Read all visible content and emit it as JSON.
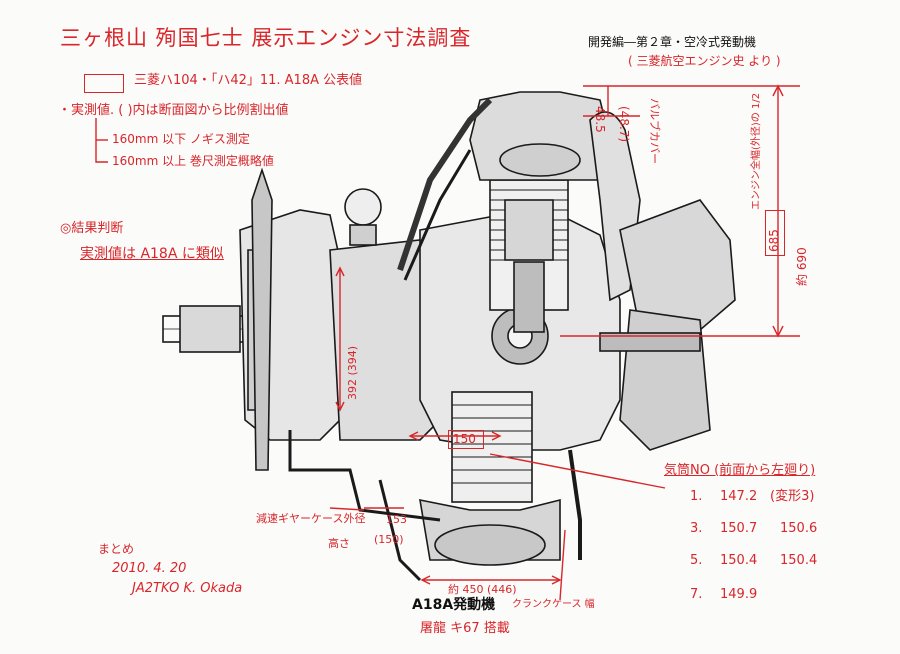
{
  "annotations": {
    "title": "三ヶ根山 殉国七士 展示エンジン寸法調査",
    "legend_spec": "三菱ハ104・「ハ42」11. A18A 公表値",
    "legend_measured": "・実測値. ( )内は断面図から比例割出値",
    "note_160_under": "160mm 以下 ノギス測定",
    "note_160_over": "160mm 以上 巻尺測定概略値",
    "conclusion_heading": "◎結果判断",
    "conclusion_text": "実測値は A18A に類似",
    "summary_label": "まとめ",
    "summary_date": "2010. 4. 20",
    "summary_author": "JA2TKO  K. Okada"
  },
  "source": {
    "printed_heading": "開発編―第２章・空冷式発動機",
    "printed_caption": "A18A発動機",
    "handwritten_source": "( 三菱航空エンジン史 より )"
  },
  "dimensions": {
    "valve_cover_main": "48.5",
    "valve_cover_sub": "(48.7)",
    "valve_cover_label": "バルブカバー",
    "engine_dia_label": "エンジン全幅(外径)の 1/2",
    "engine_dia_main": "685",
    "engine_dia_sub": "約 690",
    "bore_value": "150",
    "vertical_dim": "392 (394)",
    "reduction_label": "減速ギヤーケース外径",
    "height_label": "高さ",
    "reduction_main": "153",
    "reduction_sub": "(150)",
    "crankcase_main": "約 450 (446)",
    "crankcase_label": "クランクケース 幅",
    "mounting_note": "屠龍 キ67 搭載"
  },
  "cylinder_table": {
    "heading": "気筒NO (前面から左廻り)",
    "rows": [
      {
        "no": "1.",
        "value": "147.2",
        "note": "(変形3)"
      },
      {
        "no": "3.",
        "value": "150.7",
        "note": "150.6"
      },
      {
        "no": "5.",
        "value": "150.4",
        "note": "150.4"
      },
      {
        "no": "7.",
        "value": "149.9",
        "note": ""
      }
    ]
  },
  "colors": {
    "ink": "#d8262b",
    "print": "#111111",
    "paper": "#fbfbf9"
  }
}
